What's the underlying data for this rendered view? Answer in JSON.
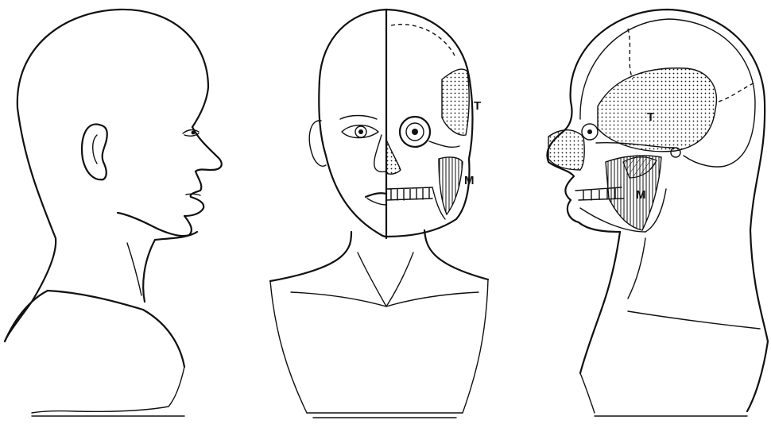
{
  "labels": {
    "front_temporal": "T",
    "front_masseter": "M",
    "side_temporal": "T",
    "side_masseter": "M"
  }
}
